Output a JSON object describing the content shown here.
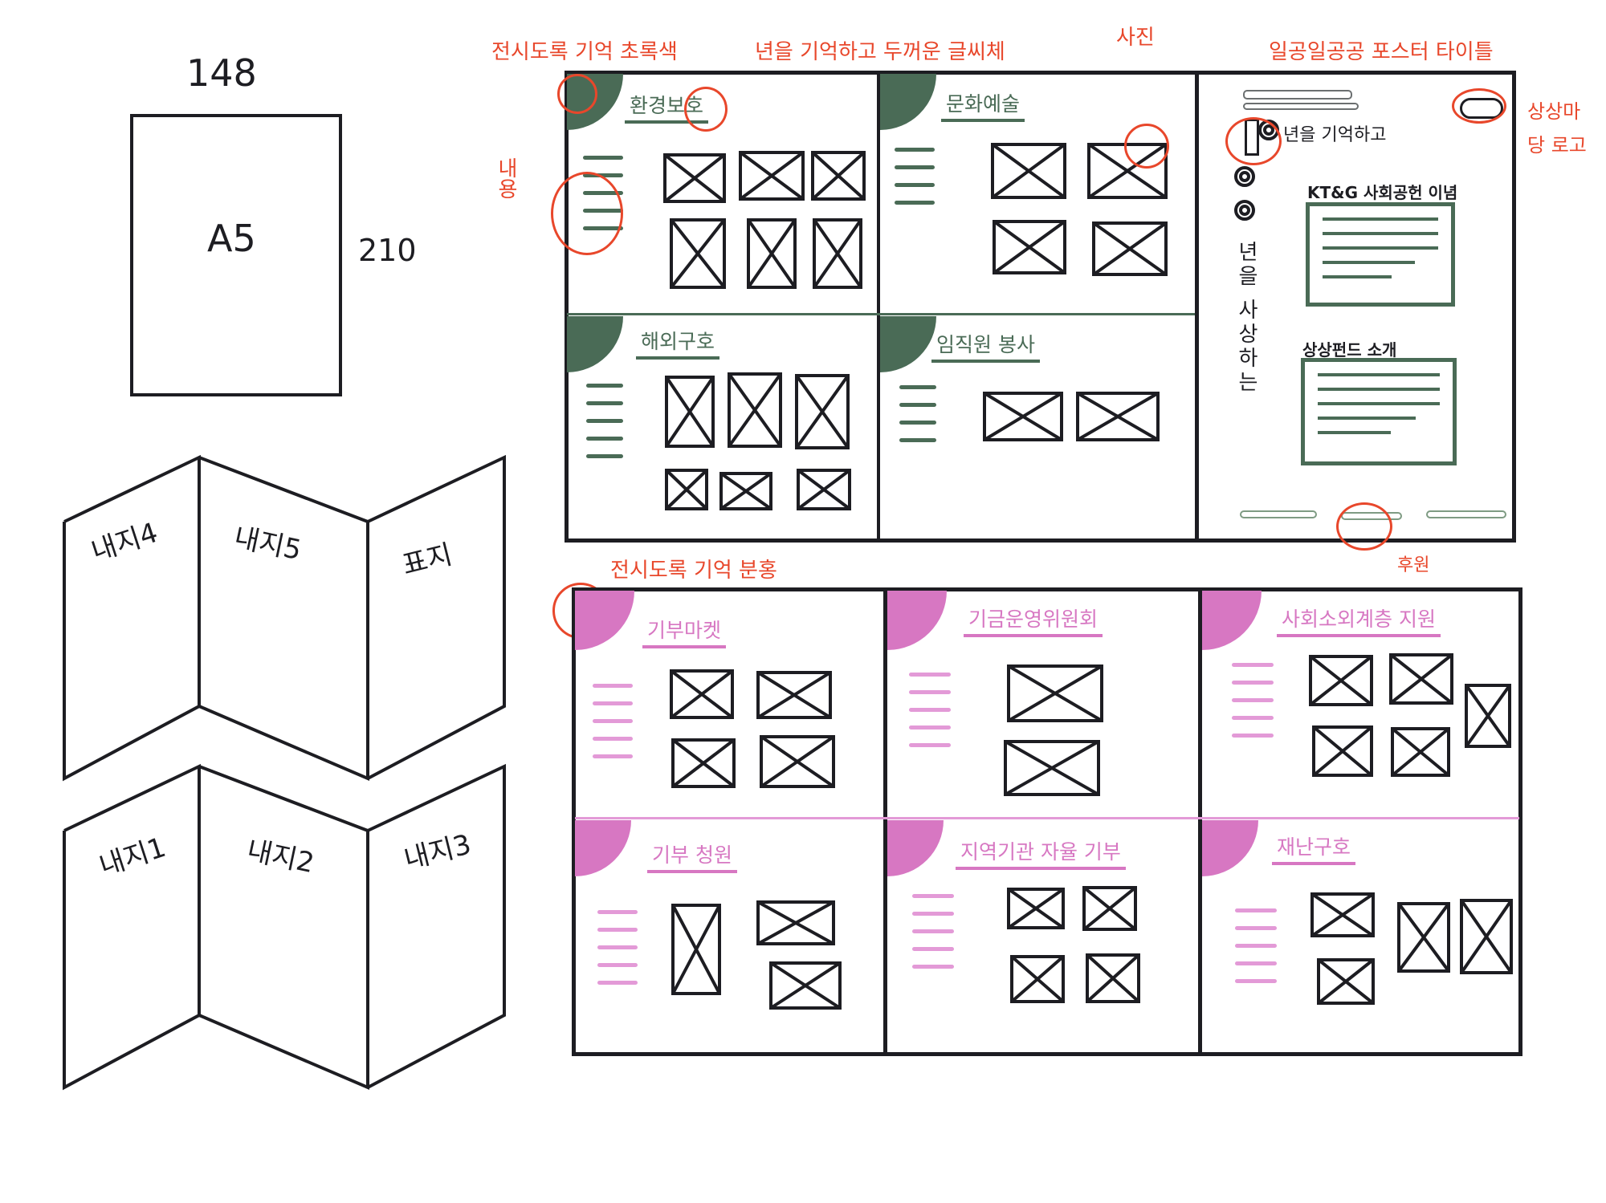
{
  "a5": {
    "width_label": "148",
    "height_label": "210",
    "name": "A5"
  },
  "fold_labels": {
    "p4": "내지4",
    "p5": "내지5",
    "cover": "표지",
    "p1": "내지1",
    "p2": "내지2",
    "p3": "내지3"
  },
  "annotations": {
    "green_theme": "전시도록 기억 초록색",
    "title_font": "년을 기억하고 두꺼운 글씨체",
    "photo": "사진",
    "poster_title": "일공일공공 포스터 타이틀",
    "logo": "상상마당 로고",
    "content": "내용",
    "sponsor": "후원",
    "pink_theme": "전시도록 기억 분홍"
  },
  "green_panels": [
    "환경보호",
    "문화예술",
    "해외구호",
    "임직원 봉사"
  ],
  "cover_panel": {
    "tagline": "년을 기억하고",
    "vertical_text": "년을 사상하는",
    "section1": "KT&G 사회공헌 이념",
    "section2": "상상펀드 소개"
  },
  "pink_panels": [
    "기부마켓",
    "기금운영위원회",
    "사회소외계층 지원",
    "기부 청원",
    "지역기관 자율 기부",
    "재난구호"
  ],
  "colors": {
    "green": "#4a6b56",
    "pink": "#d777c2",
    "annotation": "#e8472b",
    "ink": "#1d1d22"
  }
}
